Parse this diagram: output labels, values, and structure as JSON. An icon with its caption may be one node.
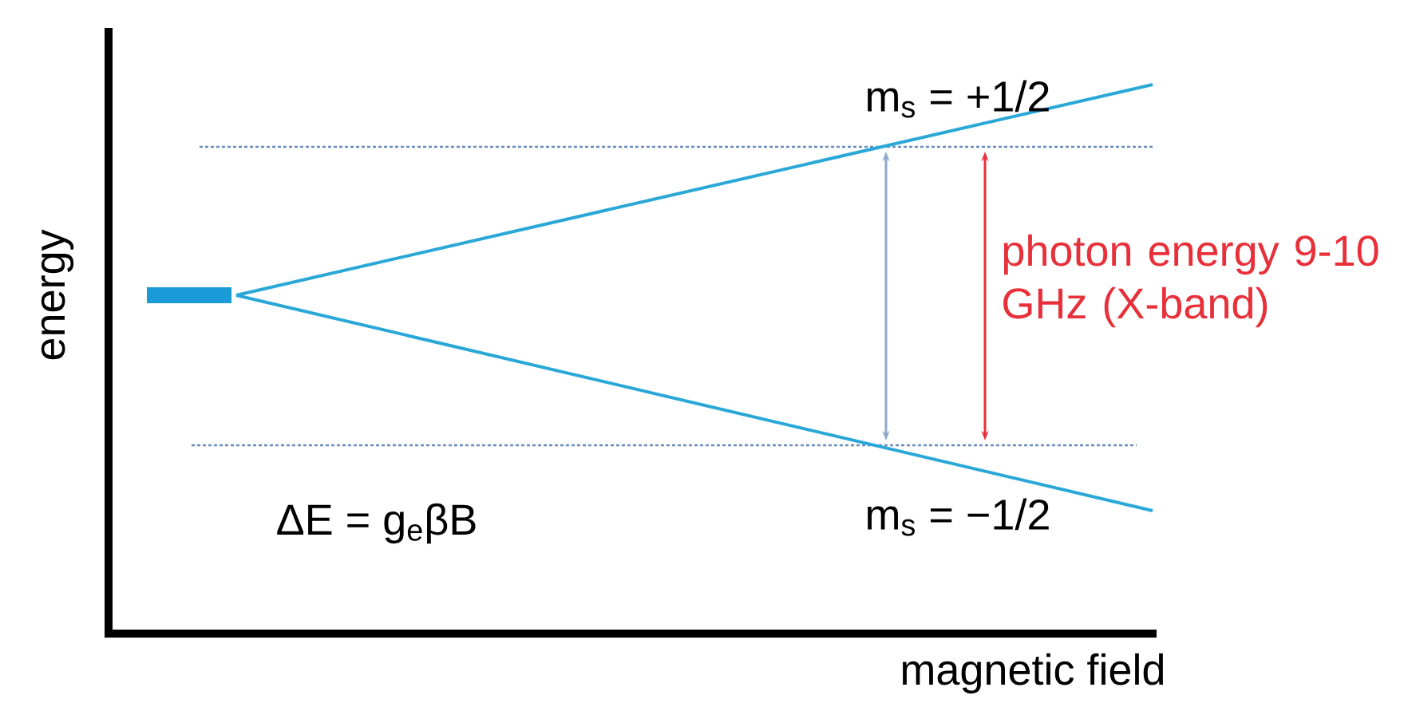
{
  "diagram": {
    "labels": [
      "m$_{s}$ = +1/2",
      "photon energy 9-10 GHz (X-band)",
      "energy",
      "ΔE = g$_{e}$βB",
      "m$_{s}$ = −1/2",
      "magnetic field"
    ]
  }
}
